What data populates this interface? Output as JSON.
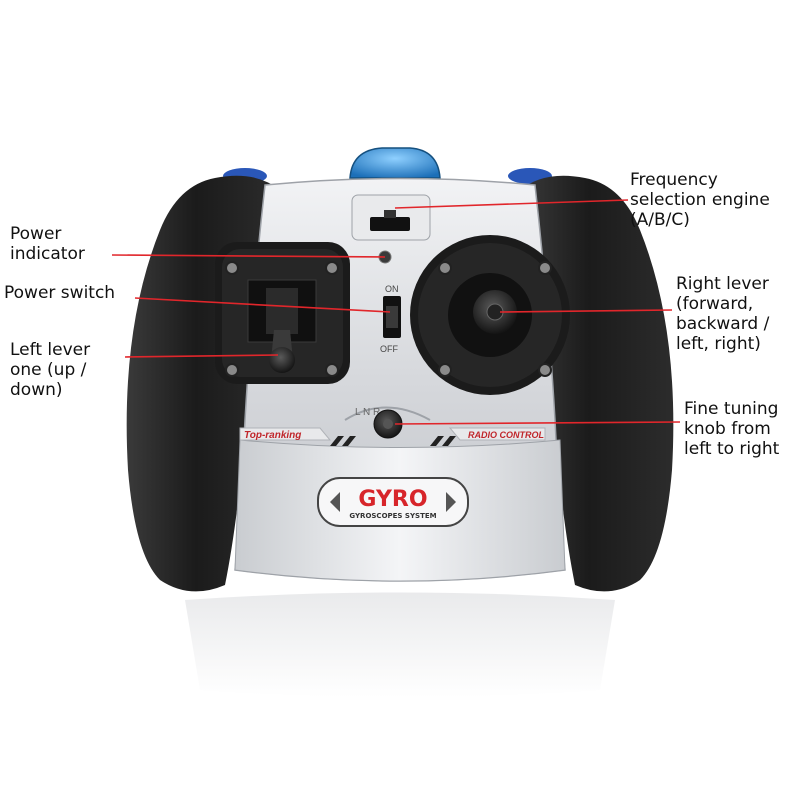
{
  "callouts": {
    "frequency": "Frequency\nselection engine\n(A/B/C)",
    "power_indicator": "Power\nindicator",
    "power_switch": "Power switch",
    "left_lever": "Left lever\none (up /\n down)",
    "right_lever": "Right lever\n(forward,\nbackward /\nleft, right)",
    "fine_tuning": "Fine tuning\nknob from\nleft to right"
  },
  "device": {
    "switch_on": "ON",
    "switch_off": "OFF",
    "trim_letters": "L  N  R",
    "top_ranking": "Top-ranking",
    "radio_control": "RADIO CONTROL",
    "gyro": "GYRO",
    "gyro_sub": "GYROSCOPES SYSTEM"
  },
  "colors": {
    "callout_line": "#e1262b",
    "grip": "#1e1e1e",
    "body_silver": "#d9dadd",
    "antenna_blue": "#2f8fd8",
    "gyro_red": "#d7252a"
  }
}
